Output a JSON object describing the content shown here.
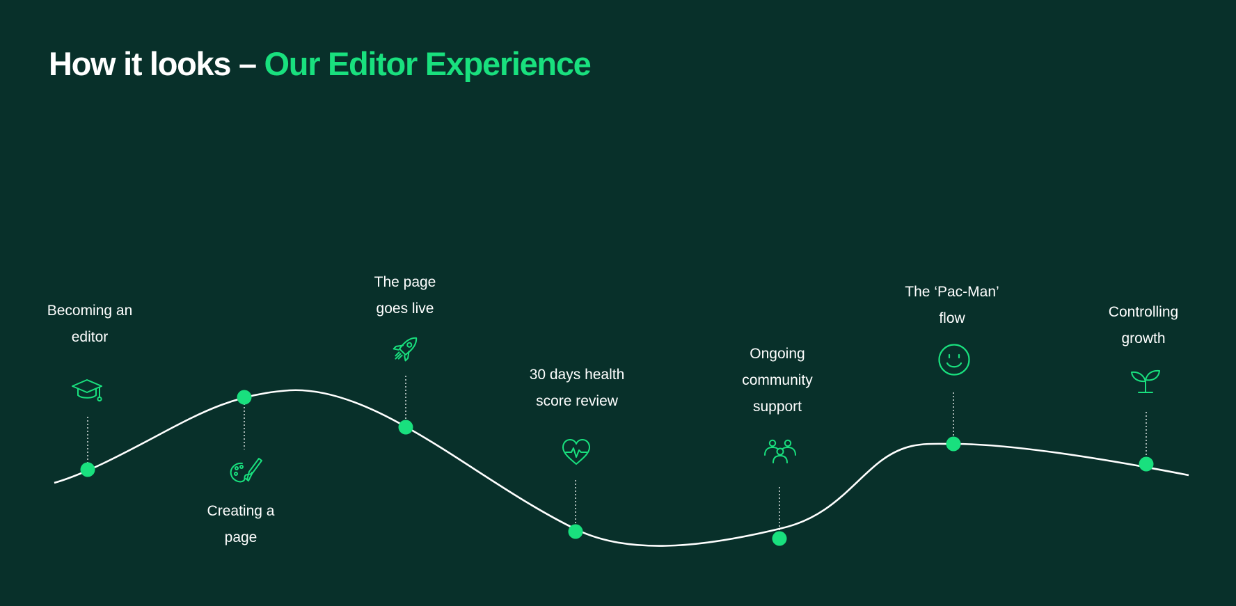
{
  "title": {
    "prefix": "How it looks – ",
    "accent": "Our Editor Experience"
  },
  "colors": {
    "background": "#08302a",
    "accent": "#19e07e",
    "curve": "#ffffff",
    "text": "#ffffff"
  },
  "milestones": [
    {
      "lines": [
        "Becoming an",
        "editor"
      ],
      "icon": "graduation-cap-icon"
    },
    {
      "lines": [
        "Creating a",
        "page"
      ],
      "icon": "paint-palette-icon"
    },
    {
      "lines": [
        "The page",
        "goes live"
      ],
      "icon": "rocket-icon"
    },
    {
      "lines": [
        "30 days health",
        "score review"
      ],
      "icon": "heart-pulse-icon"
    },
    {
      "lines": [
        "Ongoing",
        "community",
        "support"
      ],
      "icon": "community-people-icon"
    },
    {
      "lines": [
        "The ‘Pac-Man’",
        "flow"
      ],
      "icon": "smiley-face-icon"
    },
    {
      "lines": [
        "Controlling",
        "growth"
      ],
      "icon": "seedling-icon"
    }
  ]
}
